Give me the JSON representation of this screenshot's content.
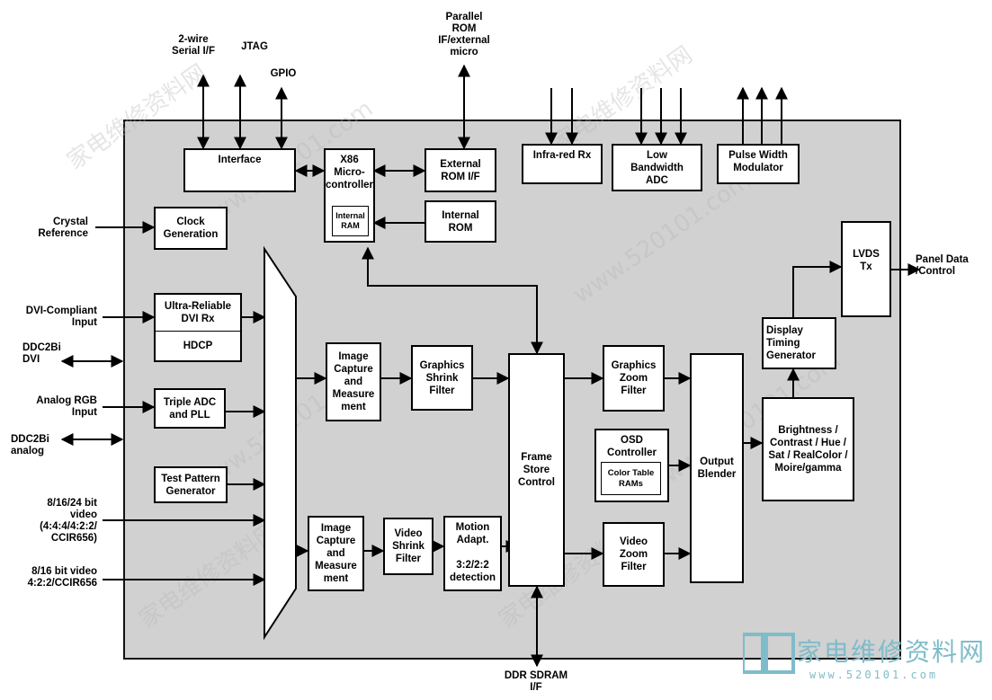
{
  "top_labels": {
    "two_wire": "2-wire\nSerial I/F",
    "jtag": "JTAG",
    "gpio": "GPIO",
    "parallel_rom": "Parallel\nROM\nIF/external\nmicro"
  },
  "left_labels": {
    "crystal": "Crystal\nReference",
    "dvi_input": "DVI-Compliant\nInput",
    "ddc2bi_dvi": "DDC2Bi\nDVI",
    "analog_rgb": "Analog RGB\nInput",
    "ddc2bi_analog": "DDC2Bi\nanalog",
    "video_24": "8/16/24 bit\nvideo\n(4:4:4/4:2:2/\nCCIR656)",
    "video_16": "8/16 bit video\n4:2:2/CCIR656"
  },
  "right_labels": {
    "panel": "Panel Data\n/Control"
  },
  "bottom_labels": {
    "ddr": "DDR SDRAM\nI/F"
  },
  "blocks": {
    "interface": "Interface",
    "x86": "X86\nMicro-\ncontroller",
    "internal_ram": "Internal\nRAM",
    "external_rom": "External\nROM I/F",
    "internal_rom": "Internal\nROM",
    "infrared": "Infra-red Rx",
    "low_bw_adc": "Low\nBandwidth\nADC",
    "pwm": "Pulse Width\nModulator",
    "clock": "Clock\nGeneration",
    "dvi_rx": "Ultra-Reliable\nDVI Rx",
    "hdcp": "HDCP",
    "triple_adc": "Triple ADC\nand PLL",
    "test_pattern": "Test Pattern\nGenerator",
    "image_capture_1": "Image\nCapture\nand\nMeasure\nment",
    "graphics_shrink": "Graphics\nShrink\nFilter",
    "image_capture_2": "Image\nCapture\nand\nMeasure\nment",
    "video_shrink": "Video\nShrink\nFilter",
    "motion_adapt": "Motion\nAdapt.",
    "motion_detect": "3:2/2:2\ndetection",
    "frame_store": "Frame\nStore\nControl",
    "graphics_zoom": "Graphics\nZoom\nFilter",
    "osd_controller": "OSD\nController",
    "color_table": "Color Table\nRAMs",
    "video_zoom": "Video\nZoom\nFilter",
    "output_blender": "Output\nBlender",
    "display_timing": "Display\nTiming\nGenerator",
    "lvds": "LVDS\nTx",
    "brightness": "Brightness /\nContrast / Hue /\nSat / RealColor /\nMoire/gamma"
  },
  "watermark": {
    "logo_text": "家电维修资料网",
    "logo_url": "www.520101.com",
    "tile_text": "家电维修资料网",
    "tile_url": "www.520101.com"
  }
}
